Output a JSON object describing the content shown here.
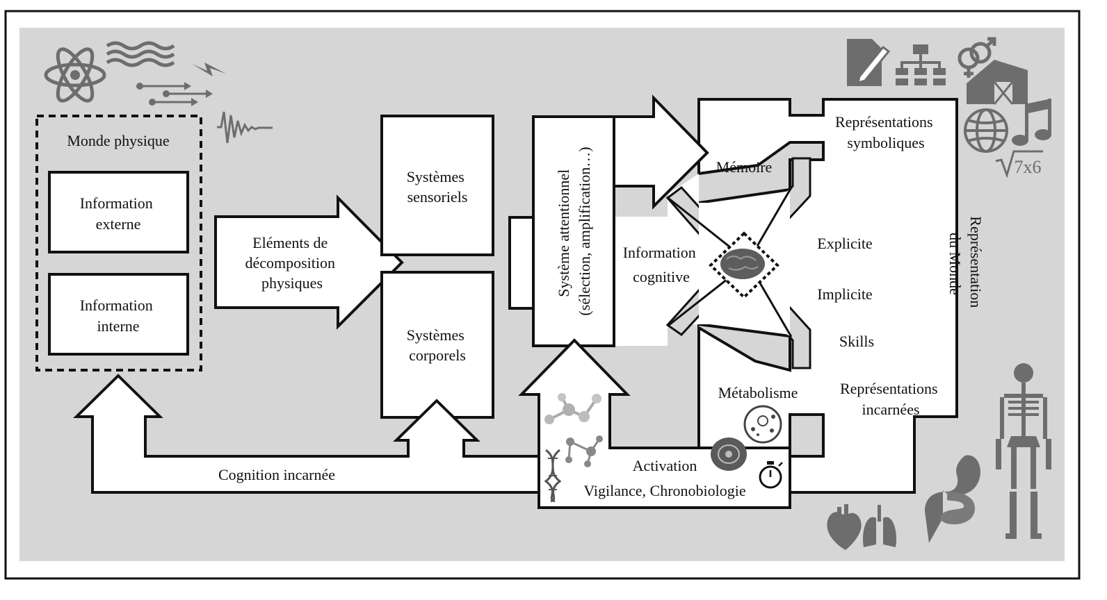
{
  "diagram": {
    "monde_physique": "Monde physique",
    "info_externe": [
      "Information",
      "externe"
    ],
    "info_interne": [
      "Information",
      "interne"
    ],
    "elements_decomposition": [
      "Eléments de",
      "décomposition",
      "physiques"
    ],
    "systemes_sensoriels": [
      "Systèmes",
      "sensoriels"
    ],
    "systemes_corporels": [
      "Systèmes",
      "corporels"
    ],
    "systeme_attentionnel": [
      "Système attentionnel",
      "(sélection, amplification…)"
    ],
    "information_cognitive": [
      "Information",
      "cognitive"
    ],
    "memoire": "Mémoire",
    "representations_symboliques": [
      "Représentations",
      "symboliques"
    ],
    "explicite": "Explicite",
    "implicite": "Implicite",
    "skills": "Skills",
    "representation_du_monde": [
      "Représentation",
      "du Monde"
    ],
    "metabolisme": "Métabolisme",
    "representations_incarnees": [
      "Représentations",
      "incarnées"
    ],
    "activation": "Activation",
    "vigilance": "Vigilance, Chronobiologie",
    "cognition_incarnee": "Cognition incarnée",
    "math_expression": "7x6"
  },
  "colors": {
    "background": "#d6d6d6",
    "frame": "#111111",
    "shape_fill": "#ffffff",
    "icon": "#6d6d6d"
  },
  "icons": [
    "atom-icon",
    "waves-icon",
    "lightning-icon",
    "particle-arrows-icon",
    "damped-wave-icon",
    "document-edit-icon",
    "org-chart-icon",
    "gender-symbols-icon",
    "barn-icon",
    "globe-icon",
    "music-note-icon",
    "square-root-icon",
    "brain-icon",
    "molecule-icon",
    "dna-icon",
    "cell-icon",
    "mitochondria-icon",
    "stopwatch-icon",
    "heart-icon",
    "lungs-icon",
    "stomach-intestine-icon",
    "skeleton-icon"
  ]
}
